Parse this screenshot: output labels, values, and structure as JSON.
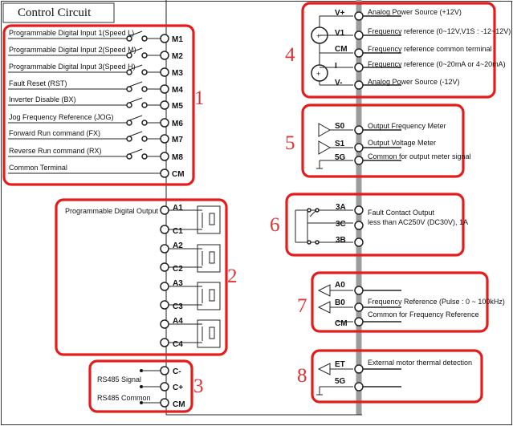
{
  "title": "Control Circuit",
  "group1": {
    "number": "1",
    "rows": [
      {
        "label": "Programmable Digital Input 1(Speed L)",
        "term": "M1"
      },
      {
        "label": "Programmable Digital Input 2(Speed M)",
        "term": "M2"
      },
      {
        "label": "Programmable Digital Input 3(Speed H)",
        "term": "M3"
      },
      {
        "label": "Fault Reset (RST)",
        "term": "M4"
      },
      {
        "label": "Inverter Disable (BX)",
        "term": "M5"
      },
      {
        "label": "Jog Frequency Reference (JOG)",
        "term": "M6"
      },
      {
        "label": "Forward Run command (FX)",
        "term": "M7"
      },
      {
        "label": "Reverse Run command (RX)",
        "term": "M8"
      },
      {
        "label": "Common Terminal",
        "term": "CM"
      }
    ]
  },
  "group2": {
    "number": "2",
    "label": "Programmable Digital Output",
    "terms": [
      "A1",
      "C1",
      "A2",
      "C2",
      "A3",
      "C3",
      "A4",
      "C4"
    ]
  },
  "group3": {
    "number": "3",
    "rows": [
      {
        "label": "RS485 Signal",
        "term": "C-"
      },
      {
        "label": "",
        "term": "C+"
      },
      {
        "label": "RS485 Common",
        "term": "CM"
      }
    ]
  },
  "group4": {
    "number": "4",
    "rows": [
      {
        "term": "V+",
        "label": "Analog Power Source (+12V)"
      },
      {
        "term": "V1",
        "label": "Frequency reference (0~12V,V1S : -12~12V)"
      },
      {
        "term": "CM",
        "label": "Frequency reference common terminal"
      },
      {
        "term": "I",
        "label": "Frequency reference (0~20mA or 4~20mA)"
      },
      {
        "term": "V-",
        "label": "Analog Power Source (-12V)"
      }
    ]
  },
  "group5": {
    "number": "5",
    "rows": [
      {
        "term": "S0",
        "label": "Output Frequency Meter"
      },
      {
        "term": "S1",
        "label": "Output Voltage Meter"
      },
      {
        "term": "5G",
        "label": "Common for output meter signal"
      }
    ]
  },
  "group6": {
    "number": "6",
    "terms": [
      "3A",
      "3C",
      "3B"
    ],
    "label_line1": "Fault Contact Output",
    "label_line2": "less than AC250V (DC30V), 1A"
  },
  "group7": {
    "number": "7",
    "rows": [
      {
        "term": "A0",
        "label": ""
      },
      {
        "term": "B0",
        "label": "Frequency Reference (Pulse : 0 ~ 100kHz)"
      },
      {
        "term": "CM",
        "label": "Common for Frequency Reference"
      }
    ]
  },
  "group8": {
    "number": "8",
    "rows": [
      {
        "term": "ET",
        "label": "External motor thermal detection"
      },
      {
        "term": "5G",
        "label": ""
      }
    ]
  },
  "colors": {
    "highlight": "#e51c1c",
    "number": "#e03434",
    "bus": "#9c9c9c"
  }
}
